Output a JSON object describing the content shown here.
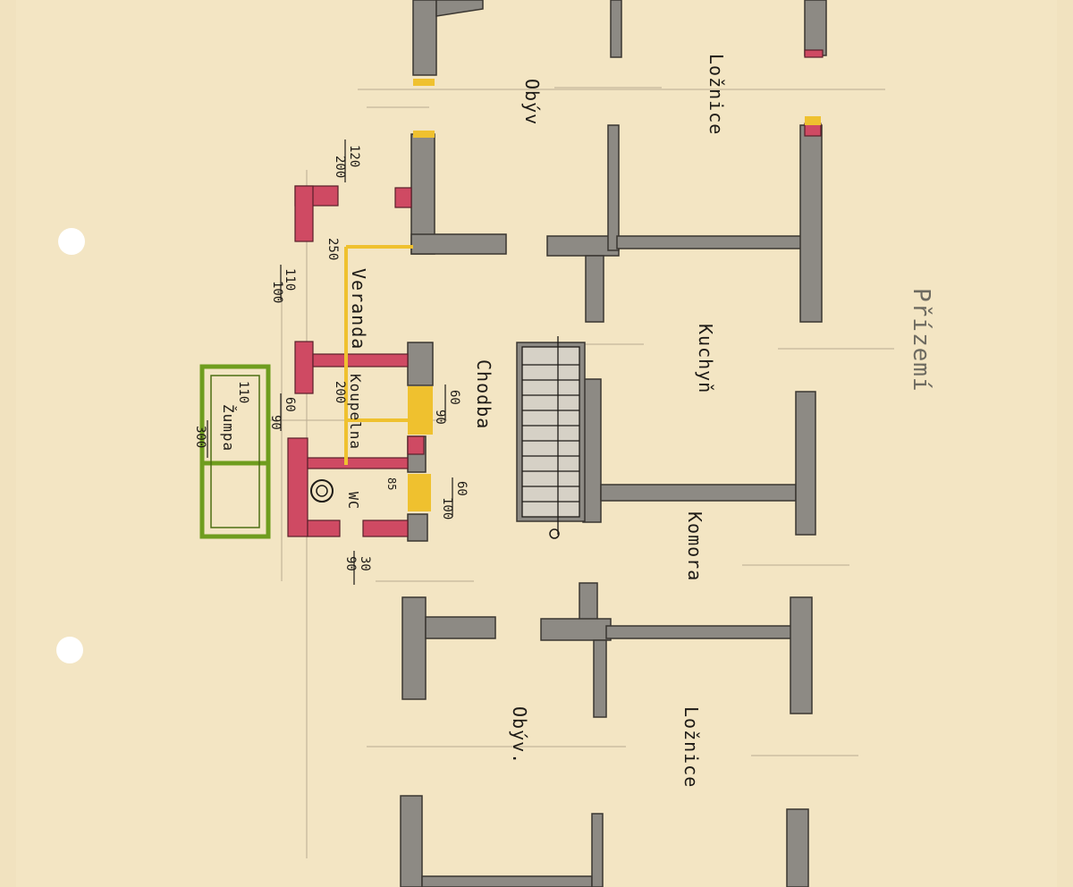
{
  "rooms": {
    "obyv_top": "Obýv",
    "loznice_top": "Ložnice",
    "kuchyn": "Kuchyň",
    "chodba": "Chodba",
    "veranda": "Veranda",
    "koupelna": "Koupelna",
    "wc": "WC",
    "komora": "Komora",
    "obyv_bottom": "Obýv.",
    "loznice_bottom": "Ložnice",
    "zumpa": "Žumpa",
    "prizemi": "Přízemí"
  },
  "dimensions": {
    "d1": "120",
    "d2": "200",
    "d3": "250",
    "d4": "110",
    "d5": "100",
    "d6": "60",
    "d7": "90",
    "d8": "200",
    "d9": "60",
    "d10": "90",
    "d11": "60",
    "d12": "100",
    "d13": "85",
    "d14": "110",
    "d15": "300",
    "d16": "30",
    "d17": "90"
  },
  "colors": {
    "paper": "#f1e2bf",
    "wall": "#8d8a84",
    "wall_red": "#cf4a63",
    "opening_yellow": "#efc12f",
    "zumpa_green": "#6f9d1e",
    "ink": "#1d1a16"
  }
}
